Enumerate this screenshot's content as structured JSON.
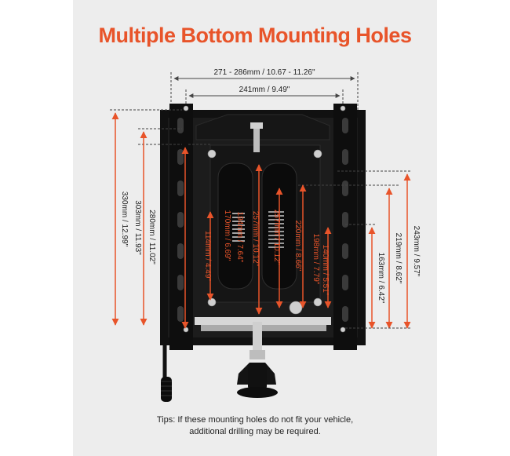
{
  "title": "Multiple Bottom Mounting Holes",
  "tips": {
    "line1": "Tips: If these mounting holes do not fit your vehicle,",
    "line2": "additional drilling may be required."
  },
  "dimensions": {
    "outer_width": "271 - 286mm / 10.67 - 11.26\"",
    "inner_width": "241mm / 9.49\"",
    "left_330": "330mm / 12.99\"",
    "left_303": "303mm / 11.93\"",
    "left_280": "280mm / 11.02\"",
    "center_257": "257mm / 10.12\"",
    "center_114": "114mm / 4.49\"",
    "center_170": "170mm / 6.69\"",
    "center_194": "194mm / 7.64\"",
    "center_257b": "257mm / 10.12\"",
    "center_220": "220mm / 8.66\"",
    "center_198": "198mm / 7.79\"",
    "center_140": "140mm / 5.51\"",
    "right_243": "243mm / 9.57\"",
    "right_219": "219mm / 8.62\"",
    "right_163": "163mm / 6.42\""
  },
  "colors": {
    "accent": "#e8542a",
    "background": "#ededed",
    "frame": "#151515",
    "dimension_dark": "#444444"
  }
}
